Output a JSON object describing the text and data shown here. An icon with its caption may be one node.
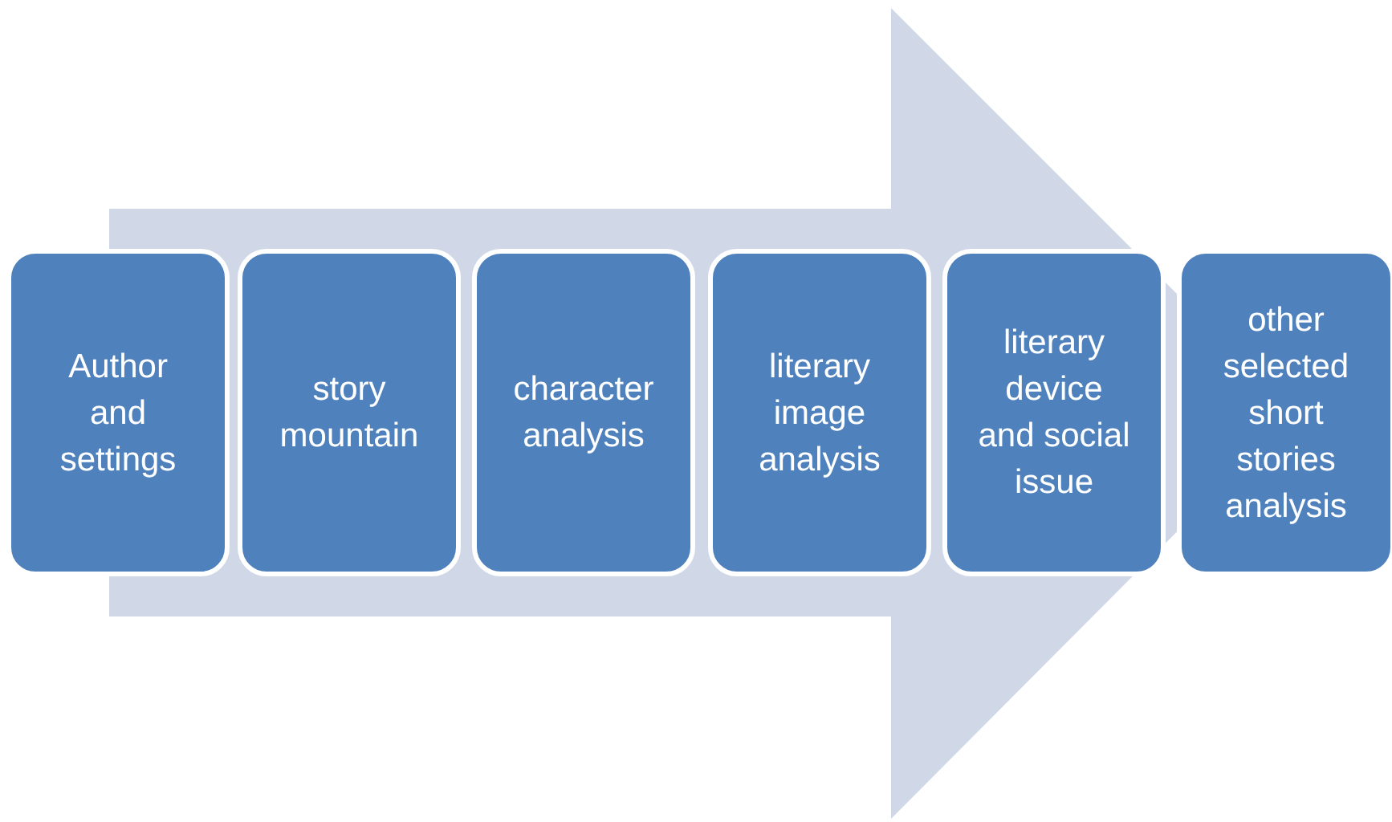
{
  "diagram": {
    "nodes": [
      {
        "text": [
          "Author and settings"
        ]
      },
      {
        "text": [
          "story mountain"
        ]
      },
      {
        "text": [
          "character analysis"
        ]
      },
      {
        "text": [
          "literary image analysis"
        ]
      },
      {
        "text": [
          "literary device and social issue"
        ]
      },
      {
        "text": [
          "other selected short stories analysis"
        ]
      }
    ],
    "edges": [
      {
        "from": 0,
        "to": 5,
        "arrow": "to"
      }
    ]
  }
}
